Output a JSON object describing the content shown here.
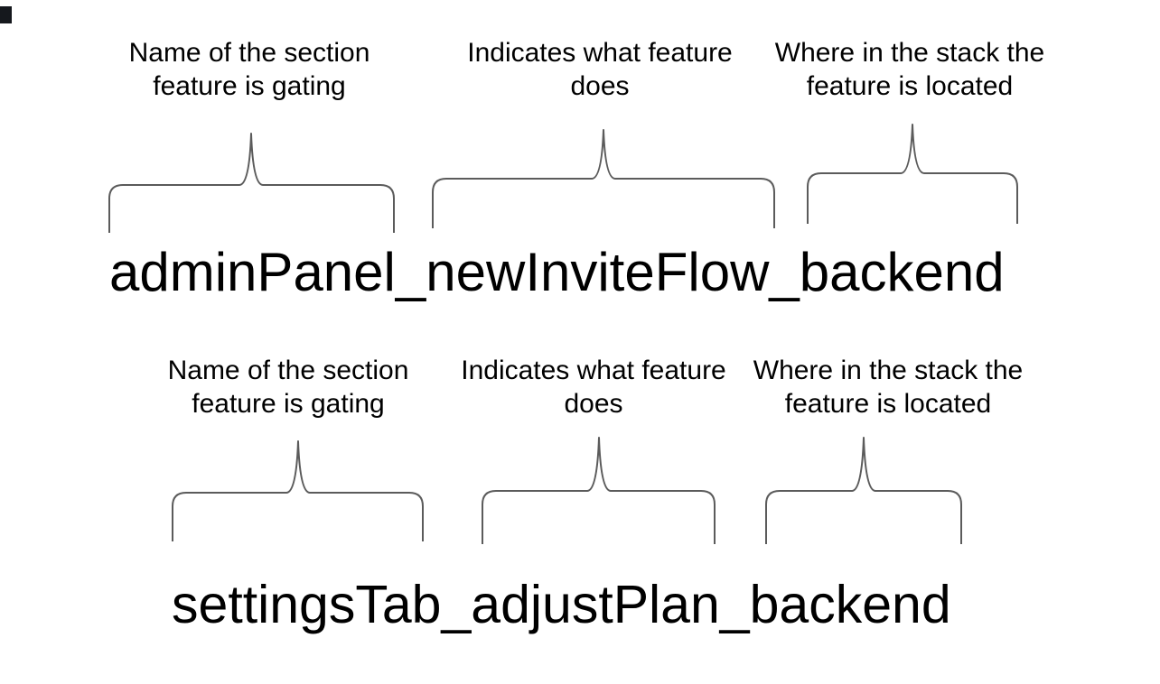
{
  "background_color": "#ffffff",
  "text_color": "#000000",
  "brace_color": "#5b5b5b",
  "examples": [
    {
      "flag": "adminPanel_newInviteFlow_backend",
      "annotations": [
        {
          "label": "Name of the section\nfeature is gating",
          "points_to": "adminPanel"
        },
        {
          "label": "Indicates what feature\ndoes",
          "points_to": "newInviteFlow"
        },
        {
          "label": "Where in the stack the\nfeature is located",
          "points_to": "backend"
        }
      ]
    },
    {
      "flag": "settingsTab_adjustPlan_backend",
      "annotations": [
        {
          "label": "Name of the section\nfeature is gating",
          "points_to": "settingsTab"
        },
        {
          "label": "Indicates what feature\ndoes",
          "points_to": "adjustPlan"
        },
        {
          "label": "Where in the stack the\nfeature is located",
          "points_to": "backend"
        }
      ]
    }
  ]
}
